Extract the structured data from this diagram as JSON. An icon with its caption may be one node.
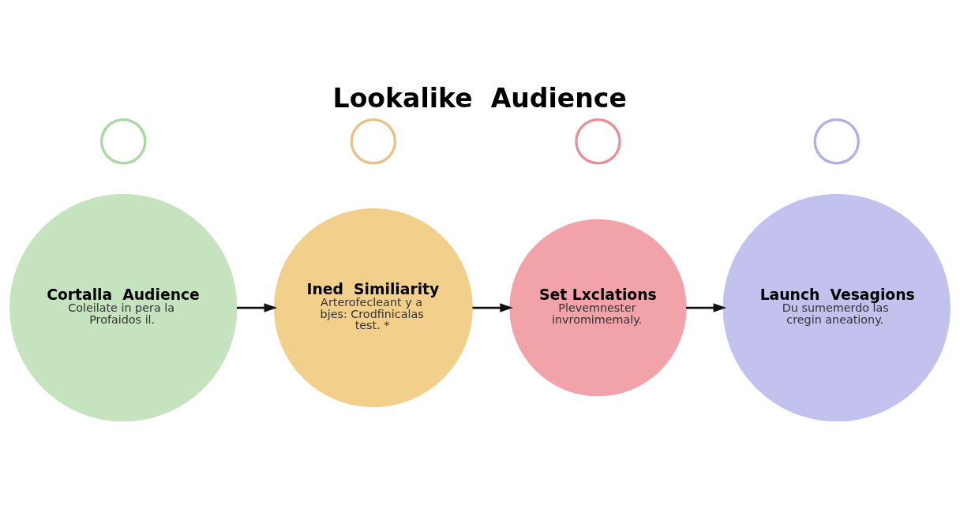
{
  "diagram": {
    "title": "Lookalike  Audience",
    "nodes": [
      {
        "text": [],
        "shape": "circle"
      },
      {
        "text": [],
        "shape": "circle"
      },
      {
        "text": [],
        "shape": "circle"
      },
      {
        "text": [],
        "shape": "circle"
      },
      {
        "text": [
          "Cortalla  Audience",
          "Coleilate in pera la Profaidos il."
        ]
      },
      {
        "text": [
          "Ined  Similiarity",
          "Arterofecleant y a bjes: Crodfinicalas test. *"
        ]
      },
      {
        "text": [
          "Set Lxclations",
          "Plevemnester invromimemaly."
        ]
      },
      {
        "text": [
          "Launch  Vesagions",
          "Du sumemerdo las cregin aneationy."
        ]
      }
    ],
    "edges": [
      {
        "from": 4,
        "to": 5,
        "arrow": "to"
      },
      {
        "from": 5,
        "to": 6,
        "arrow": "to"
      },
      {
        "from": 6,
        "to": 7,
        "arrow": "to"
      }
    ]
  }
}
